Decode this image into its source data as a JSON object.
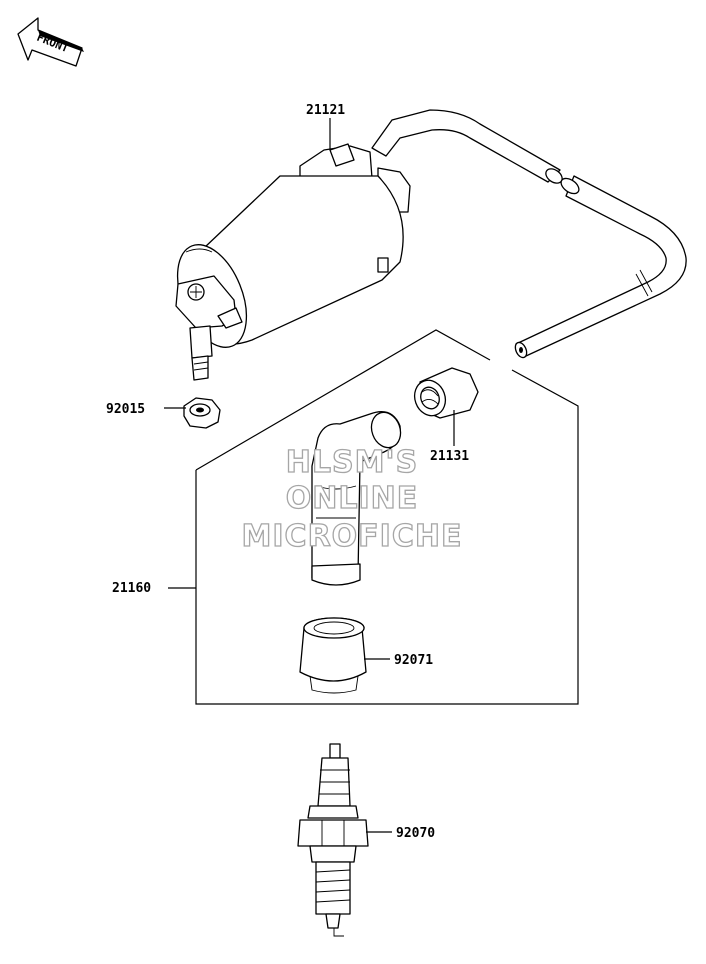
{
  "front_arrow": {
    "label": "FRONT"
  },
  "parts": {
    "ignition_coil": "21121",
    "plug_cap_body": "21131",
    "cap_assembly": "21160",
    "nut": "92015",
    "cap_seal": "92071",
    "spark_plug": "92070"
  },
  "watermark": {
    "line1": "HLSM'S",
    "line2": "ONLINE",
    "line3": "MICROFICHE"
  }
}
